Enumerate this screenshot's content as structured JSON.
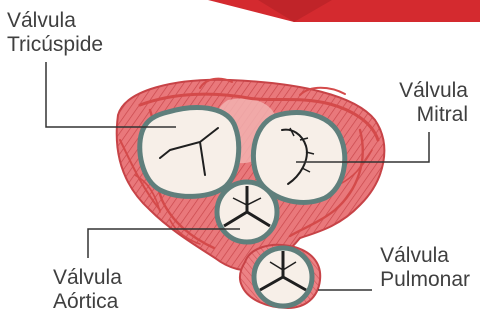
{
  "labels": {
    "tricuspid": {
      "line1": "Válvula",
      "line2": "Tricúspide"
    },
    "mitral": {
      "line1": "Válvula",
      "line2": "Mitral"
    },
    "aortic": {
      "line1": "Válvula",
      "line2": "Aórtica"
    },
    "pulmonary": {
      "line1": "Válvula",
      "line2": "Pulmonar"
    }
  },
  "colors": {
    "banner_red": "#d42a2f",
    "banner_dark": "#9b1d2a",
    "heart_muscle": "#e9787b",
    "heart_fiber": "#c9474c",
    "vessel": "#d44a4a",
    "valve_ring": "#5f7f7c",
    "valve_fill": "#f7efe8",
    "leader_line": "#333333",
    "label_text": "#3f3f3f"
  }
}
